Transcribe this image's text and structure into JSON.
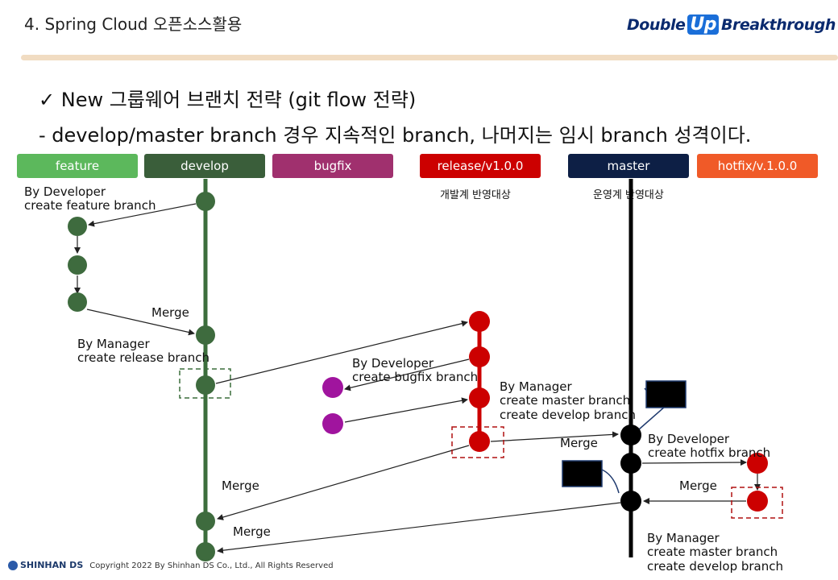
{
  "header": {
    "title": "4. Spring Cloud 오픈소스활용",
    "logo_text": "Double Up Breakthrough"
  },
  "bullets": {
    "line1": "✓  New 그룹웨어 브랜치 전략 (git flow 전략)",
    "line2": "- develop/master branch 경우 지속적인 branch, 나머지는 임시 branch 성격이다."
  },
  "branches": [
    {
      "label": "feature",
      "color": "#5cb85c"
    },
    {
      "label": "develop",
      "color": "#3a5e3a"
    },
    {
      "label": "bugfix",
      "color": "#a0306e"
    },
    {
      "label": "release/v1.0.0",
      "color": "#cc0000"
    },
    {
      "label": "master",
      "color": "#0d1f45"
    },
    {
      "label": "hotfix/v.1.0.0",
      "color": "#f05a28"
    }
  ],
  "sublabels": {
    "release": "개발계 반영대상",
    "master": "운영계 반영대상"
  },
  "annotations": {
    "dev_feature_1": "By Developer",
    "dev_feature_2": "create feature branch",
    "merge_feature": "Merge",
    "mgr_release_1": "By Manager",
    "mgr_release_2": "create release branch",
    "dev_bugfix_1": "By Developer",
    "dev_bugfix_2": "create bugfix branch",
    "mgr_master_1": "By Manager",
    "mgr_master_2": "create master branch",
    "mgr_master_3": "create develop branch",
    "merge_release_master": "Merge",
    "dev_hotfix_1": "By Developer",
    "dev_hotfix_2": "create hotfix branch",
    "merge_release_develop": "Merge",
    "merge_hotfix_master": "Merge",
    "merge_master_develop": "Merge",
    "mgr_hotfix_1": "By Manager",
    "mgr_hotfix_2": "create master branch",
    "mgr_hotfix_3": "create develop branch"
  },
  "footer": {
    "brand": "SHINHAN DS",
    "copyright": "Copyright 2022 By Shinhan DS Co., Ltd., All Rights Reserved"
  },
  "colors": {
    "develop_line": "#3c6e3c",
    "develop_node": "#3e6b3e",
    "feature_node": "#3e6b3e",
    "release": "#cc0000",
    "bugfix": "#a0149e",
    "master": "#000000",
    "hotfix": "#cc0000",
    "annotation_box": "#0d1f45"
  }
}
